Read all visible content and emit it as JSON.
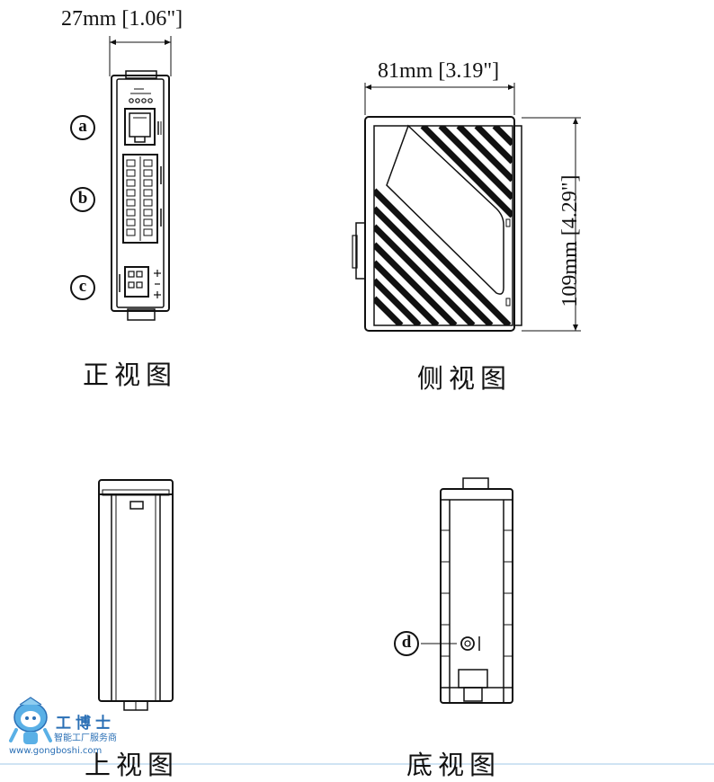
{
  "dimensions": {
    "front_width": "27mm [1.06\"]",
    "side_width": "81mm [3.19\"]",
    "side_height": "109mm [4.29\"]"
  },
  "views": {
    "front": "正视图",
    "side": "侧视图",
    "top": "上视图",
    "bottom": "底视图"
  },
  "callouts": {
    "a": "a",
    "b": "b",
    "c": "c",
    "d": "d"
  },
  "watermark": {
    "brand": "工博士",
    "tagline": "智能工厂服务商",
    "url": "www.gongboshi.com"
  },
  "colors": {
    "line": "#111111",
    "accent": "#2a6fb5"
  }
}
